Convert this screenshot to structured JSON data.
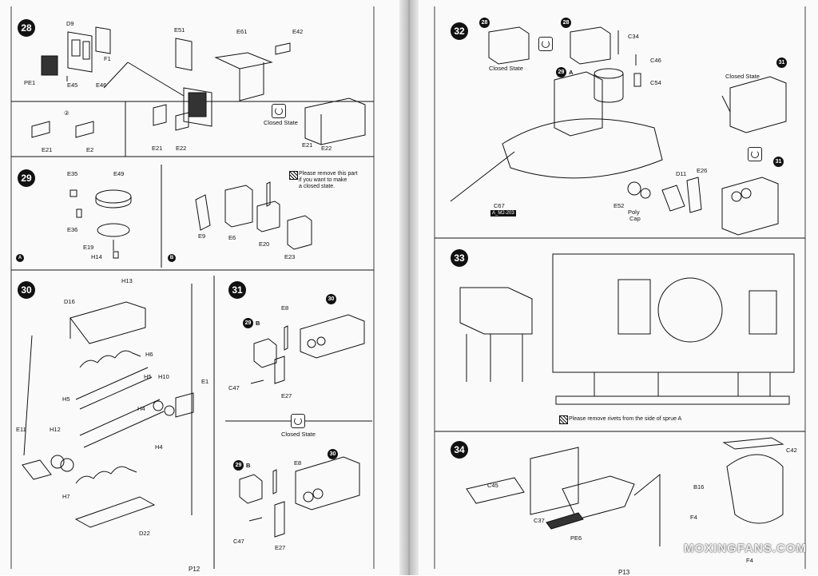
{
  "left_page": {
    "page_number": "P12",
    "step28": {
      "number": "28",
      "parts": [
        "D9",
        "F1",
        "PE1",
        "E45",
        "E46",
        "E51",
        "E61",
        "E42",
        "E21",
        "E22",
        "E2"
      ],
      "subparts": [
        "E21",
        "E22"
      ],
      "closed_state": "Closed State",
      "pair_mark": "②"
    },
    "step29": {
      "number": "29",
      "parts": [
        "E35",
        "E49",
        "E36",
        "E19",
        "H14",
        "E9",
        "E6",
        "E20",
        "E23"
      ],
      "sub_a": "A",
      "sub_b": "B",
      "note": [
        "Please remove this part",
        "if you want to make",
        "a closed state."
      ]
    },
    "step30": {
      "number": "30",
      "parts": [
        "H13",
        "D16",
        "H6",
        "H5",
        "H10",
        "E1",
        "H5",
        "H4",
        "E11",
        "H12",
        "H4",
        "H7",
        "D22"
      ]
    },
    "step31": {
      "number": "31",
      "ref": "29",
      "ref_sub": "B",
      "ref2": "30",
      "parts": [
        "E8",
        "C47",
        "E27"
      ],
      "closed_state": "Closed State",
      "parts2": [
        "E8",
        "C47",
        "E27"
      ]
    }
  },
  "right_page": {
    "page_number": "P13",
    "step32": {
      "number": "32",
      "refs": [
        "28",
        "28",
        "29",
        "31",
        "31"
      ],
      "ref_sub": "A",
      "closed_state": "Closed State",
      "closed_state2": "Closed State",
      "parts": [
        "C34",
        "C46",
        "C54",
        "C67",
        "D11",
        "E26",
        "E52"
      ],
      "poly_cap": [
        "Poly",
        "Cap"
      ],
      "code": "A_M2-203"
    },
    "step33": {
      "number": "33",
      "note": "Please remove rivets from the side of sprue A"
    },
    "step34": {
      "number": "34",
      "parts": [
        "C45",
        "C37",
        "PE6",
        "C42",
        "B16",
        "F4",
        "F4"
      ]
    },
    "watermark": "MOXINGFANS.COM"
  }
}
